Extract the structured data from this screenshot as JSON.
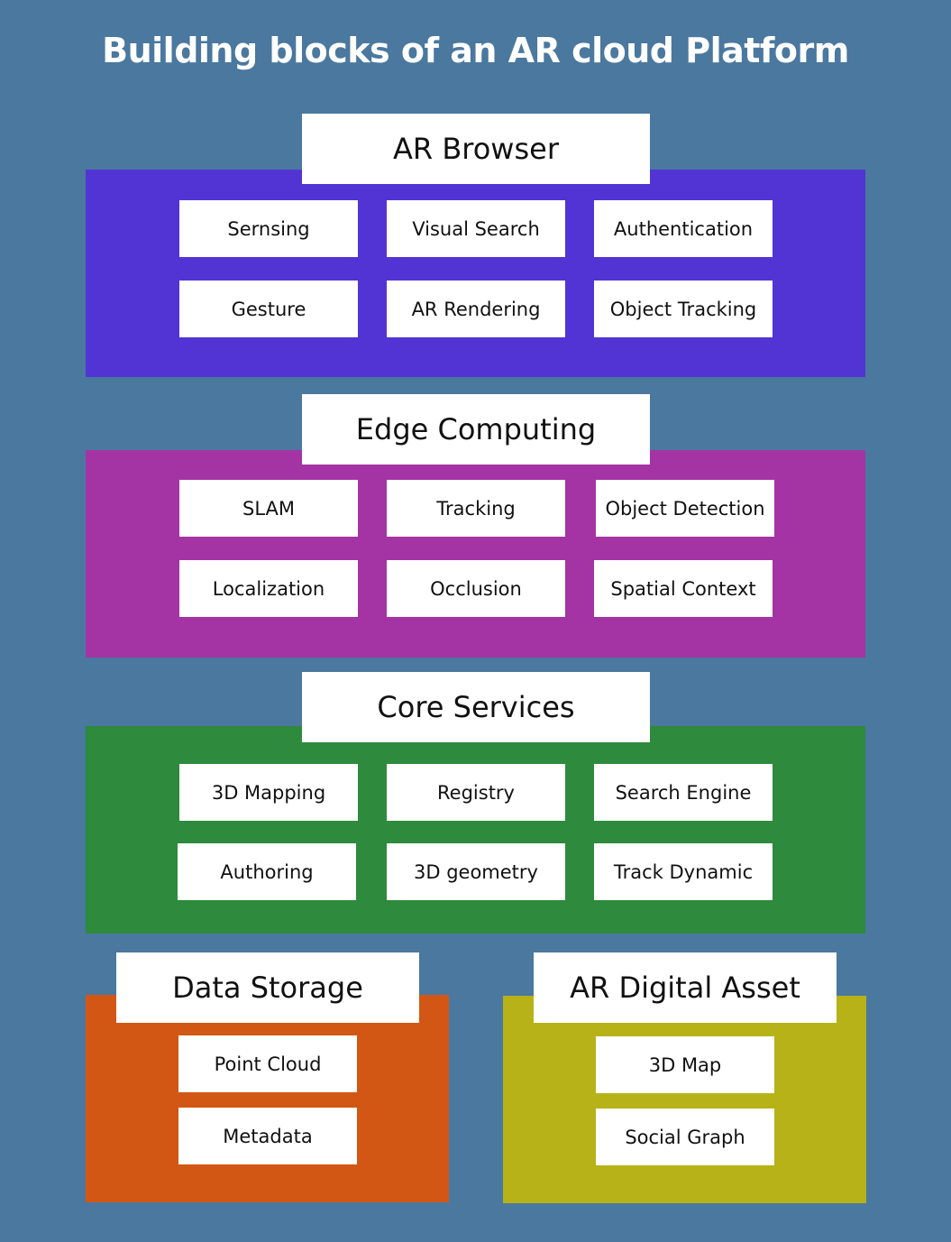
{
  "title": "Building blocks of an AR cloud Platform",
  "colors": {
    "background": "#4a789f",
    "ar_browser": "#5234d4",
    "edge_computing": "#a434a4",
    "core_services": "#2e8a3c",
    "data_storage": "#d35714",
    "ar_digital_asset": "#b7b218"
  },
  "ar_browser": {
    "heading": "AR Browser",
    "items": [
      "Sernsing",
      "Visual Search",
      "Authentication",
      "Gesture",
      "AR Rendering",
      "Object Tracking"
    ]
  },
  "edge_computing": {
    "heading": "Edge Computing",
    "items": [
      "SLAM",
      "Tracking",
      "Object Detection",
      "Localization",
      "Occlusion",
      "Spatial Context"
    ]
  },
  "core_services": {
    "heading": "Core Services",
    "items": [
      "3D Mapping",
      "Registry",
      "Search Engine",
      "Authoring",
      "3D geometry",
      "Track Dynamic"
    ]
  },
  "data_storage": {
    "heading": "Data Storage",
    "items": [
      "Point Cloud",
      "Metadata"
    ]
  },
  "ar_digital_asset": {
    "heading": "AR Digital Asset",
    "items": [
      "3D Map",
      "Social Graph"
    ]
  }
}
